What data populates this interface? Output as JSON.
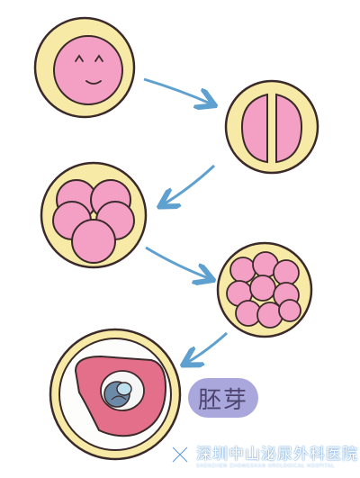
{
  "label": {
    "text": "胚芽"
  },
  "watermark": {
    "chinese": "深圳中山泌尿外科医院",
    "english": "SHENZHEN ZHONGSHAN UROLOGICAL HOSPITAL",
    "logo": "hospital-logo-icon"
  },
  "colors": {
    "outline": "#3b2a2a",
    "zona": "#f7eaa6",
    "cell": "#f3a0c4",
    "arrow": "#5ea0cf",
    "embryo": "#e46f8b",
    "label_bg": "#9c98d8"
  }
}
